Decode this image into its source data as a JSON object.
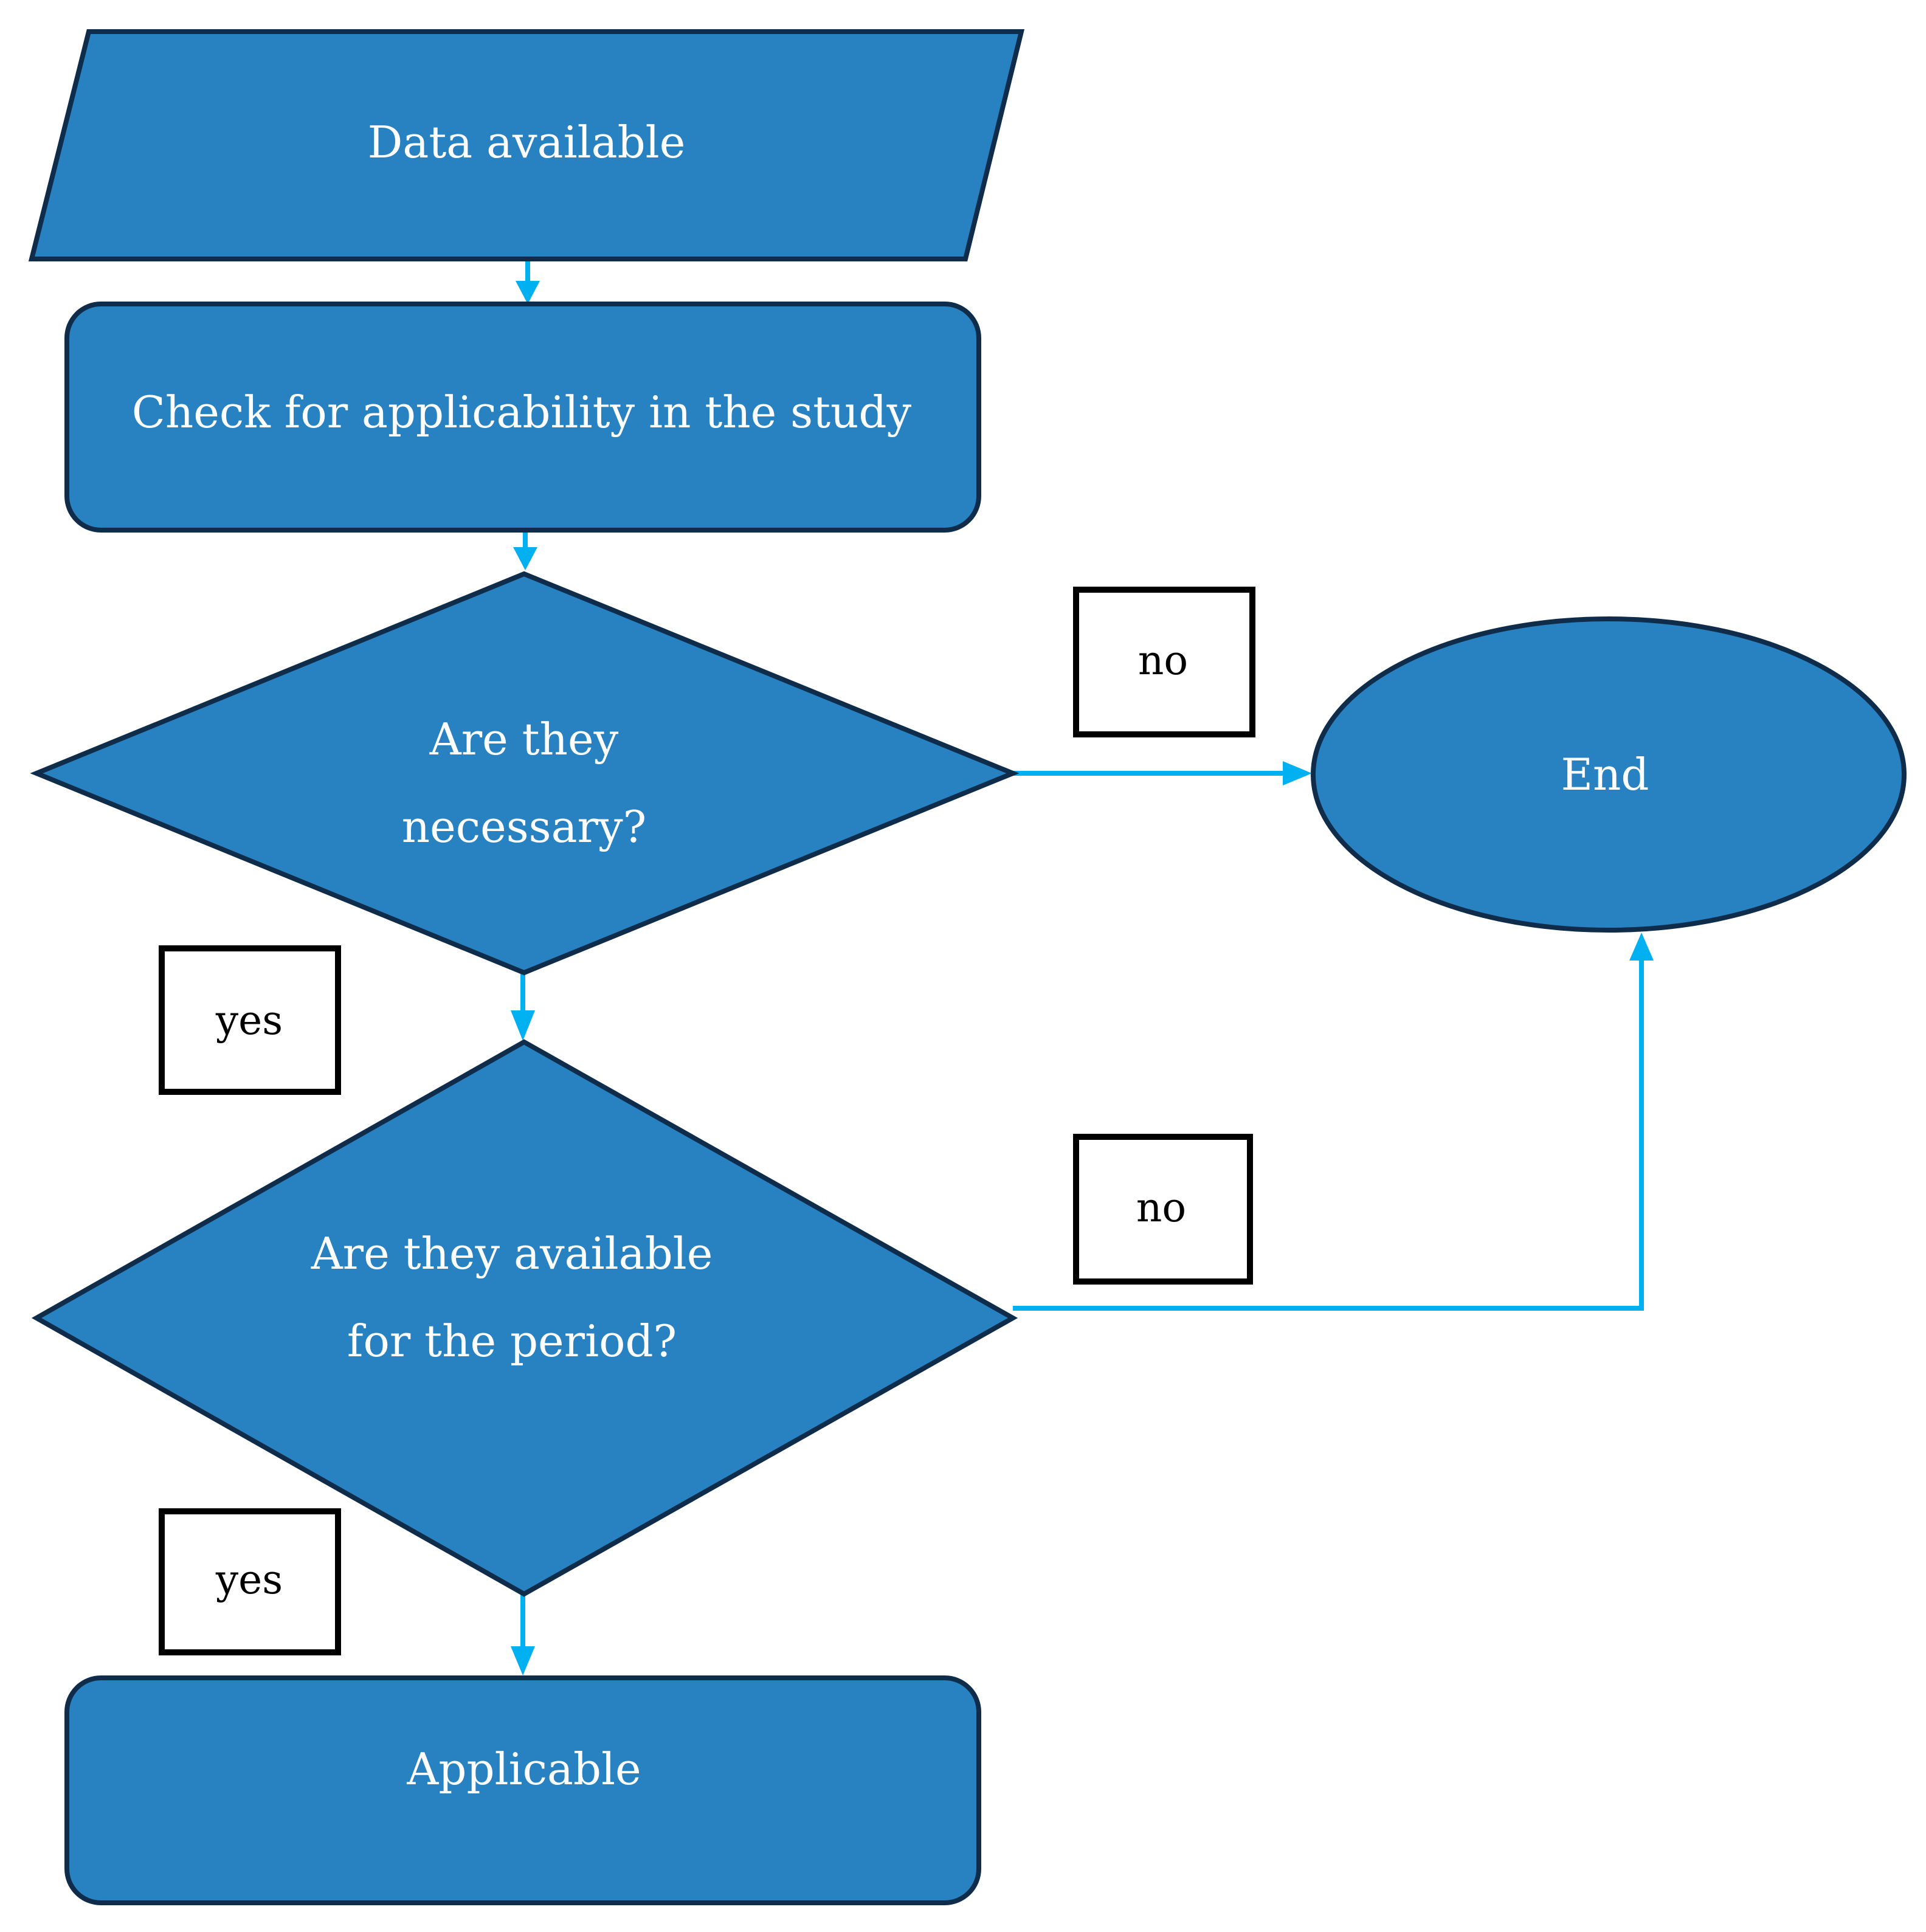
{
  "nodes": {
    "data_available": "Data available",
    "check_applicability": "Check for applicability in the study",
    "decision_necessary": [
      "Are they",
      "necessary?"
    ],
    "decision_period": [
      "Are they available",
      "for the period?"
    ],
    "end": "End",
    "applicable": "Applicable"
  },
  "edge_labels": {
    "necessary_no": "no",
    "necessary_yes": "yes",
    "period_no": "no",
    "period_yes": "yes"
  },
  "colors": {
    "node_fill": "#2882c1",
    "node_stroke": "#0f2d4b",
    "connector": "#00b0f0"
  }
}
